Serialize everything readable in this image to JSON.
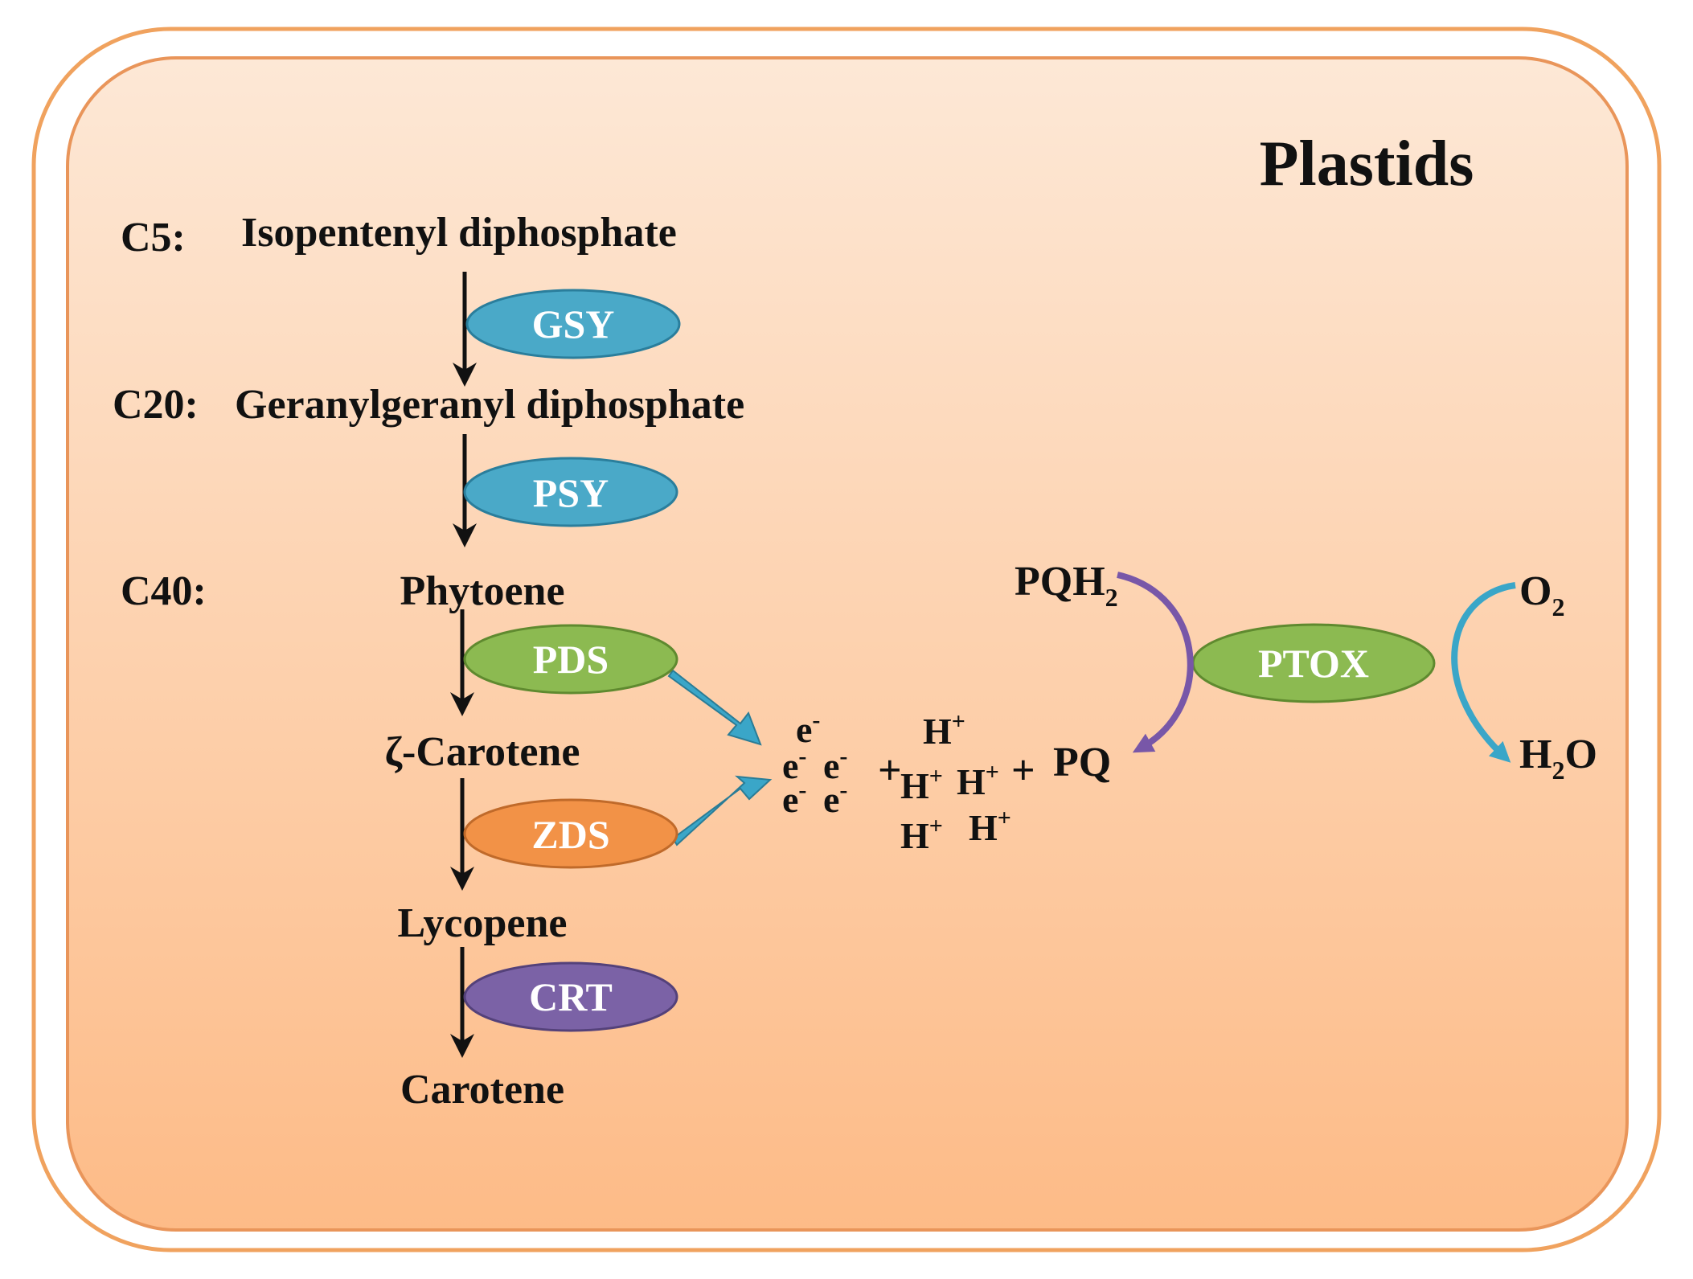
{
  "title": "Plastids",
  "colors": {
    "outer_border": "#f0a25e",
    "fill_top": "#fde8d6",
    "fill_bottom": "#fdbb87",
    "gsy": "#4aa9c8",
    "psy": "#4aa9c8",
    "pds": "#8cba51",
    "zds": "#f29247",
    "crt": "#7b62a6",
    "ptox": "#8cba51",
    "teal_arrow": "#3aa6c8",
    "purple_arrow": "#7857a8"
  },
  "levels": {
    "c5": "C5:",
    "c20": "C20:",
    "c40": "C40:"
  },
  "compounds": {
    "ipp": "Isopentenyl diphosphate",
    "ggpp": "Geranylgeranyl diphosphate",
    "phytoene": "Phytoene",
    "zeta_carotene": "ζ-Carotene",
    "lycopene": "Lycopene",
    "carotene": "Carotene"
  },
  "enzymes": {
    "gsy": "GSY",
    "psy": "PSY",
    "pds": "PDS",
    "zds": "ZDS",
    "crt": "CRT",
    "ptox": "PTOX"
  },
  "redox": {
    "electron": "e",
    "electron_charge": "-",
    "proton": "H",
    "proton_charge": "+",
    "plus": "+",
    "pq": "PQ",
    "pqh2_base": "PQH",
    "pqh2_sub": "2",
    "o2_base": "O",
    "o2_sub": "2",
    "h2o_h": "H",
    "h2o_sub": "2",
    "h2o_o": "O"
  }
}
